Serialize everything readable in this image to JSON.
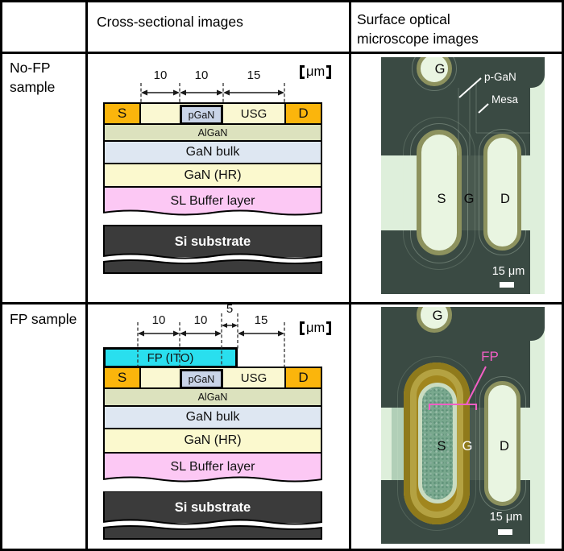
{
  "header": {
    "cross_col": "Cross-sectional images",
    "surface_col": "Surface optical microscope images"
  },
  "rows": {
    "nofp_label": "No-FP sample",
    "fp_label": "FP sample"
  },
  "unit": "μm",
  "nofp_cross": {
    "dims": {
      "d1": "10",
      "d2": "10",
      "d3": "15"
    },
    "source": "S",
    "drain": "D",
    "pgan": "pGaN",
    "usg": "USG",
    "algan": "AlGaN",
    "gan_bulk": "GaN bulk",
    "gan_hr": "GaN (HR)",
    "sl_buffer": "SL Buffer layer",
    "si_substrate": "Si substrate"
  },
  "fp_cross": {
    "dims": {
      "d1": "10",
      "d2": "10",
      "d3": "5",
      "d4": "15"
    },
    "fp_ito": "FP (ITO)",
    "source": "S",
    "drain": "D",
    "pgan": "pGaN",
    "usg": "USG",
    "algan": "AlGaN",
    "gan_bulk": "GaN bulk",
    "gan_hr": "GaN (HR)",
    "sl_buffer": "SL Buffer layer",
    "si_substrate": "Si substrate"
  },
  "nofp_micro": {
    "gate_pad": "G",
    "pgan_label": "p-GaN",
    "mesa_label": "Mesa",
    "source": "S",
    "gate": "G",
    "drain": "D",
    "scale": "15 μm"
  },
  "fp_micro": {
    "gate_pad": "G",
    "fp_label": "FP",
    "source": "S",
    "gate": "G",
    "drain": "D",
    "scale": "15 μm"
  },
  "colors": {
    "contact_orange": "#FBB50C",
    "usg_yellow": "#FAF8D2",
    "pgan_blue": "#C9D4E8",
    "algan_green": "#DCE2BE",
    "gan_bulk_blue": "#DEE7F2",
    "gan_hr_yellow": "#FBF9CE",
    "sl_buffer_pink": "#FCC8F4",
    "si_dark": "#3B3B3B",
    "fp_ito_cyan": "#29DFEE",
    "micro_background": "#3A4A43",
    "micro_pad_mint": "#E9F5E1",
    "micro_ring_olive": "#8D925E",
    "fp_gold": "#A1861E",
    "fp_source_teal": "#79A88E",
    "fp_annotation_pink": "#F25FC5"
  }
}
